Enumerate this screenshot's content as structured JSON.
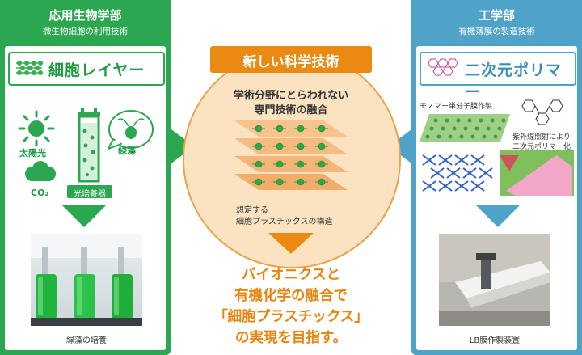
{
  "left": {
    "dept": "応用生物学部",
    "subtitle": "微生物細胞の利用技術",
    "title": "細胞レイヤー",
    "sun_label": "太陽光",
    "co2_label": "CO₂",
    "reactor_label": "光培養器",
    "algae_label": "緑藻",
    "photo_caption": "緑藻の培養"
  },
  "right": {
    "dept": "工学部",
    "subtitle": "有機薄膜の製造技術",
    "title": "二次元ポリマー",
    "monolayer_label": "モノマー単分子膜作製",
    "uv_label_1": "紫外線照射により",
    "uv_label_2": "二次元ポリマー化",
    "photo_caption": "LB膜作製装置"
  },
  "center": {
    "banner": "新しい科学技術",
    "sub_line1": "学術分野にとらわれない",
    "sub_line2": "専門技術の融合",
    "note_line1": "想定する",
    "note_line2": "細胞プラスチックスの構造",
    "bottom_line1": "バイオニクスと",
    "bottom_line2": "有機化学の融合で",
    "bottom_line3": "「細胞プラスチックス」",
    "bottom_line4": "の実現を目指す。"
  },
  "colors": {
    "green": "#2aa74f",
    "blue": "#4fa3c9",
    "orange": "#ea8a12",
    "circle_fill": "#fbe3c2"
  }
}
